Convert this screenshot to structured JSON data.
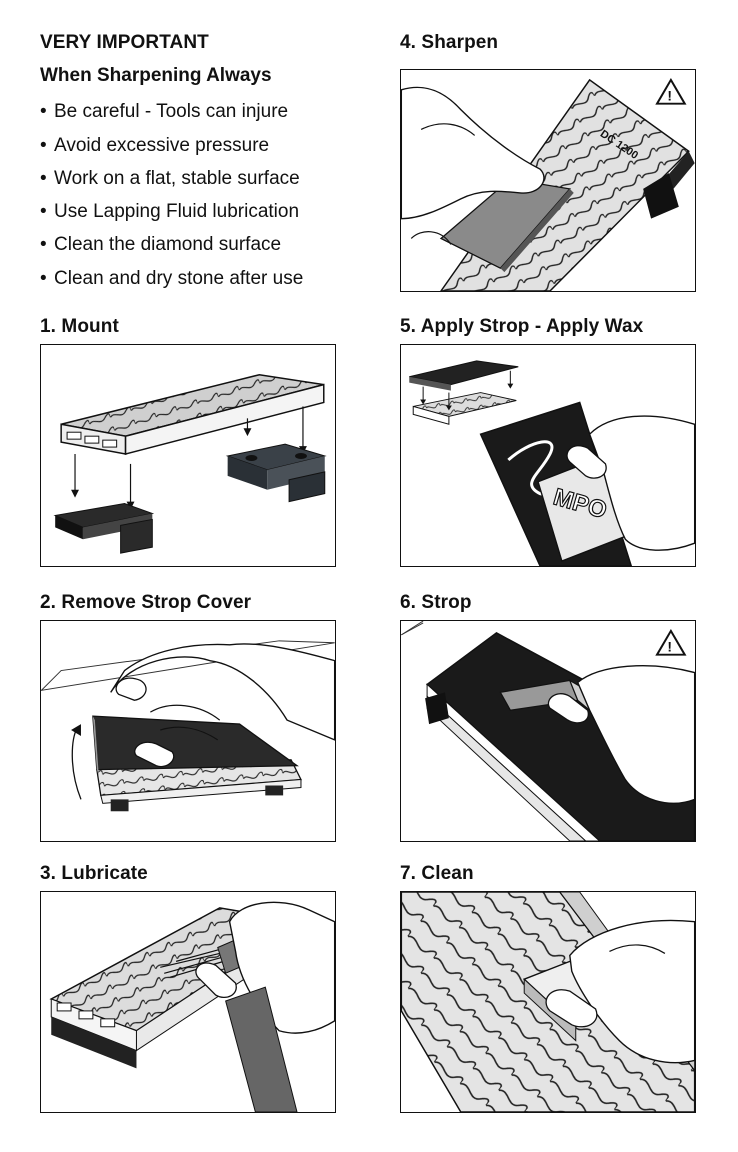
{
  "left": {
    "title": "VERY IMPORTANT",
    "subtitle": "When Sharpening Always",
    "bullets": [
      "Be careful  - Tools can injure",
      "Avoid excessive pressure",
      "Work on a flat, stable surface",
      "Use Lapping Fluid lubrication",
      "Clean the diamond surface",
      "Clean and dry stone after use"
    ],
    "bullet_glyph": "•"
  },
  "steps": [
    {
      "heading": "1. Mount",
      "icon": "mount-illustration"
    },
    {
      "heading": "2. Remove Strop Cover",
      "icon": "remove-cover-illustration"
    },
    {
      "heading": "3. Lubricate",
      "icon": "lubricate-illustration"
    },
    {
      "heading": "4. Sharpen",
      "icon": "sharpen-illustration",
      "warning": true
    },
    {
      "heading": "5. Apply Strop - Apply Wax",
      "icon": "apply-wax-illustration"
    },
    {
      "heading": "6. Strop",
      "icon": "strop-illustration",
      "warning": true
    },
    {
      "heading": "7. Clean",
      "icon": "clean-illustration"
    }
  ],
  "stone_label": "DC 1200",
  "wax_label": "MPO",
  "warning_glyph": "!"
}
